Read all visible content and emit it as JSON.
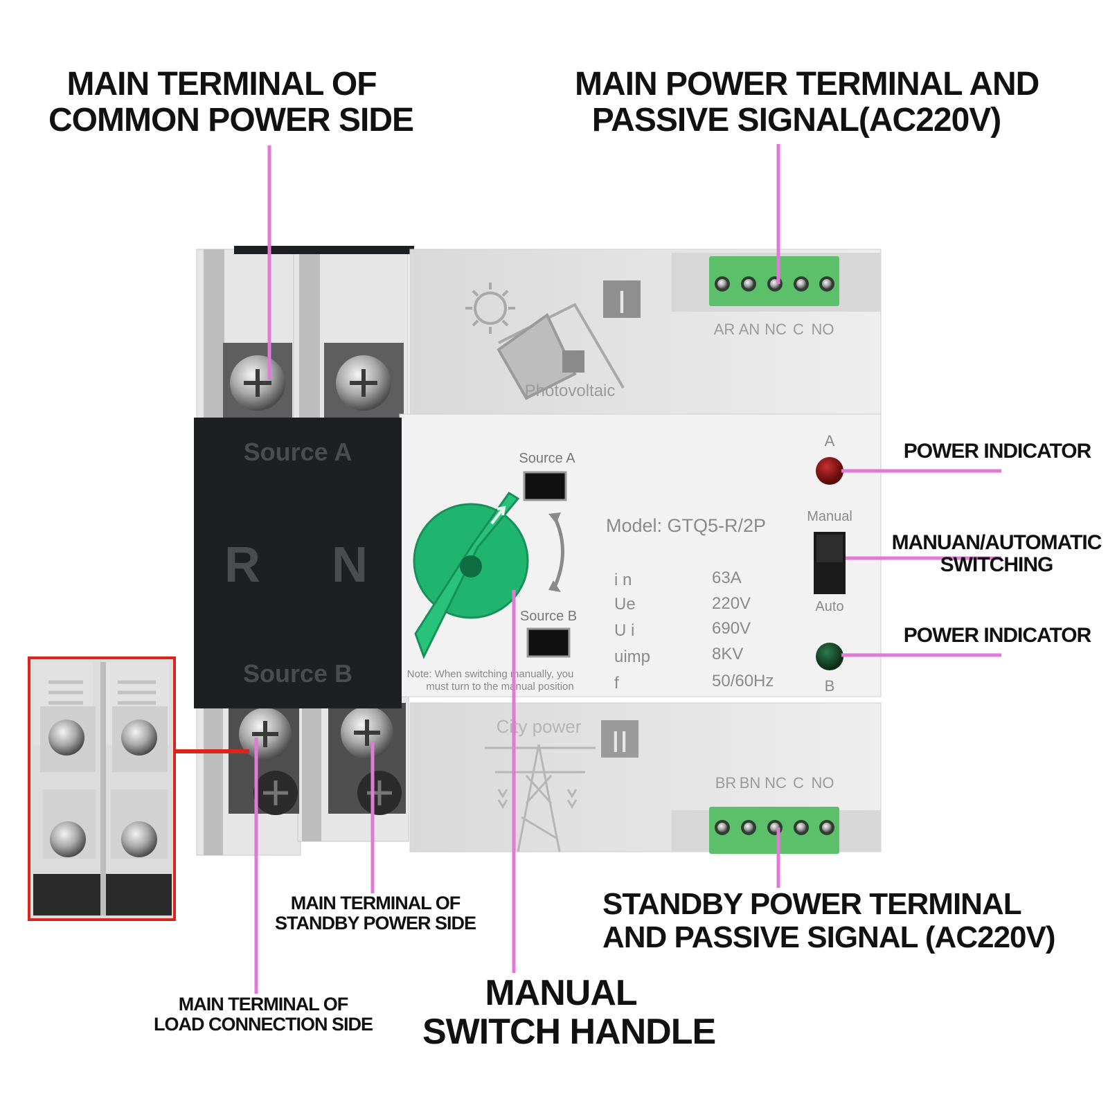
{
  "callouts": {
    "common_power_side": [
      "MAIN TERMINAL OF",
      "COMMON POWER SIDE"
    ],
    "main_power_terminal": [
      "MAIN POWER TERMINAL AND",
      "PASSIVE SIGNAL(AC220V)"
    ],
    "power_indicator_a": "POWER INDICATOR",
    "manual_auto_switching": [
      "MANUAN/AUTOMATIC",
      "SWITCHING"
    ],
    "power_indicator_b": "POWER INDICATOR",
    "standby_power_side": [
      "MAIN TERMINAL OF",
      "STANDBY POWER SIDE"
    ],
    "load_connection_side": [
      "MAIN TERMINAL OF",
      "LOAD CONNECTION SIDE"
    ],
    "manual_switch_handle": [
      "MANUAL",
      "SWITCH HANDLE"
    ],
    "standby_power_terminal": [
      "STANDBY POWER TERMINAL",
      "AND PASSIVE SIGNAL (AC220V)"
    ]
  },
  "device": {
    "upper_symbol": "I",
    "lower_symbol": "II",
    "photovoltaic_label": "Photovoltaic",
    "city_power_label": "City power",
    "top_terminal_labels": [
      "AR",
      "AN",
      "NC",
      "C",
      "NO"
    ],
    "bottom_terminal_labels": [
      "BR",
      "BN",
      "NC",
      "C",
      "NO"
    ],
    "black_panel": {
      "source_a": "Source A",
      "source_b": "Source B",
      "r": "R",
      "n": "N"
    },
    "window_source_a": "Source A",
    "window_source_b": "Source B",
    "note": [
      "Note: When switching manually, you",
      "must turn to the manual position"
    ],
    "model": "Model: GTQ5-R/2P",
    "specs": [
      {
        "key": "i n",
        "value": "63A"
      },
      {
        "key": "Ue",
        "value": "220V"
      },
      {
        "key": "U i",
        "value": "690V"
      },
      {
        "key": "uimp",
        "value": "8KV"
      },
      {
        "key": "f",
        "value": "50/60Hz"
      }
    ],
    "indicator_a_letter": "A",
    "indicator_b_letter": "B",
    "manual_label": "Manual",
    "auto_label": "Auto"
  },
  "colors": {
    "pointer": "#e07ad4",
    "housing": "#ebebeb",
    "black_panel": "#1d1f23",
    "handle": "#1fb56f",
    "terminal_green": "#5cc06a",
    "led_red": "#8b1010",
    "led_green": "#0f4a26",
    "inset_border": "#d8261f"
  }
}
